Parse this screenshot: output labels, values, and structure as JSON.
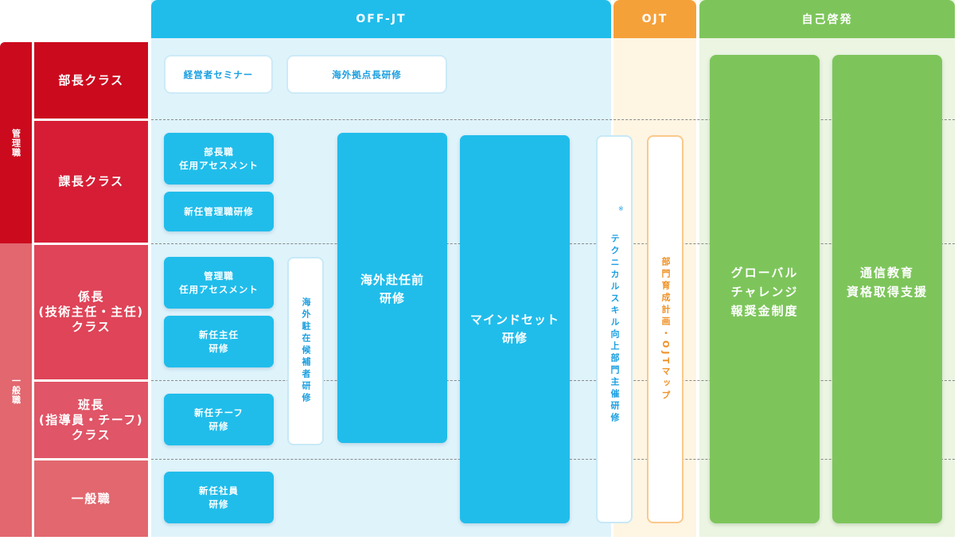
{
  "headers": {
    "off_jt": "OFF-JT",
    "ojt": "OJT",
    "self": "自己啓発"
  },
  "groups": {
    "management": "管理職",
    "general": "一般職"
  },
  "rows": {
    "bucho": "部長クラス",
    "kacho": "課長クラス",
    "kakaricho": "係長\n(技術主任・主任)\nクラス",
    "hancho": "班長\n(指導員・チーフ)\nクラス",
    "ippan": "一般職"
  },
  "programs": {
    "executive_seminar": "経営者セミナー",
    "overseas_base_chief": "海外拠点長研修",
    "bucho_assessment": "部長職\n任用アセスメント",
    "new_manager": "新任管理職研修",
    "manager_assessment": "管理職\n任用アセスメント",
    "new_chief": "新任主任\n研修",
    "new_team": "新任チーフ\n研修",
    "new_employee": "新任社員\n研修",
    "overseas_candidate": "海外駐在候補者研修",
    "pre_overseas": "海外赴任前\n研修",
    "mindset": "マインドセット\n研修",
    "technical": "テクニカルスキル向上部門主催研修",
    "technical_note": "※",
    "ojt_map": "部門育成計画・OJTマップ",
    "global_challenge": "グローバル\nチャレンジ\n報奨金制度",
    "correspondence": "通信教育\n資格取得支援"
  },
  "colors": {
    "off_jt": "#20bdeb",
    "off_jt_bg": "#dff3fb",
    "ojt": "#f5a13a",
    "ojt_bg": "#fff5e3",
    "self": "#7dc55b",
    "self_bg": "#ebf5e2",
    "management": "#cc0a1e",
    "general": "#e2676f"
  }
}
